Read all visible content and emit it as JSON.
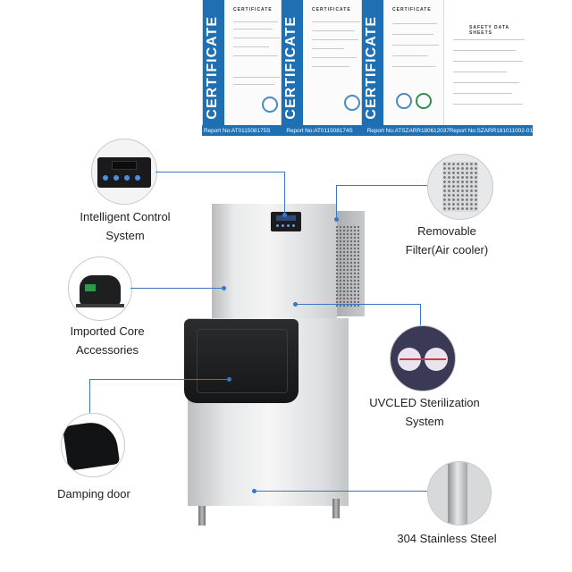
{
  "certificates": [
    {
      "band_text": "CERTIFICATE",
      "heading": "CERTIFICATE"
    },
    {
      "band_text": "CERTIFICATE",
      "heading": "CERTIFICATE"
    },
    {
      "band_text": "CERTIFICATE",
      "heading": "CERTIFICATE"
    },
    {
      "heading": "SAFETY DATA SHEETS"
    }
  ],
  "reports": [
    "Report No:AT011508175S",
    "Report No:AT011508174S",
    "Report No:ATSZARR180612037",
    "Report No:SZARR181011002-01"
  ],
  "features": {
    "intelligent_control": [
      "Intelligent Control",
      "System"
    ],
    "imported_core": [
      "Imported Core",
      "Accessories"
    ],
    "damping_door": "Damping door",
    "removable_filter": [
      "Removable",
      "Filter(Air cooler)"
    ],
    "uvcled": [
      "UVCLED Sterilization",
      "System"
    ],
    "stainless": "304 Stainless Steel"
  },
  "colors": {
    "accent": "#1f6fb3",
    "pointer": "#3a78c2",
    "door": "#1b1c1e"
  }
}
